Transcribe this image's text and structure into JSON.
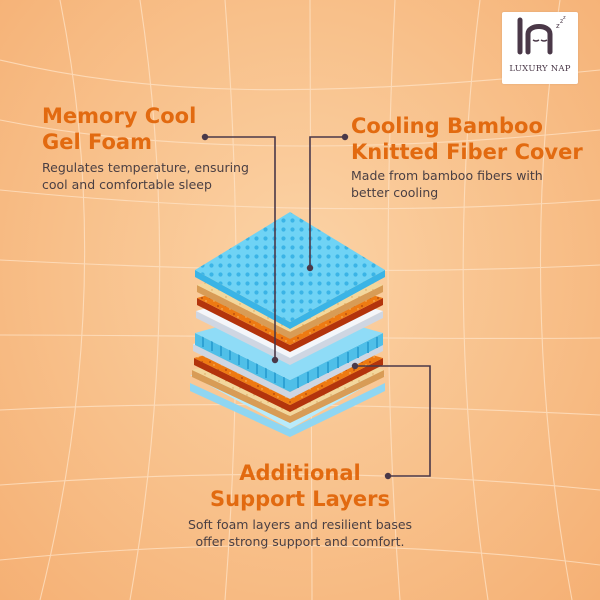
{
  "brand": {
    "logo_text": "LUXURY NAP",
    "colors": {
      "heading": "#e26a10",
      "text": "#4a3f43",
      "connector": "#4a3848",
      "background": "#f8c08a"
    }
  },
  "callouts": {
    "memory": {
      "title_lines": [
        "Memory Cool",
        "Gel Foam"
      ],
      "desc_lines": [
        "Regulates temperature, ensuring",
        "cool and comfortable sleep"
      ]
    },
    "bamboo": {
      "title_lines": [
        "Cooling Bamboo",
        "Knitted Fiber Cover"
      ],
      "desc_lines": [
        "Made from bamboo fibers with",
        "better cooling"
      ]
    },
    "support": {
      "title_lines": [
        "Additional",
        "Support Layers"
      ],
      "desc_lines": [
        "Soft foam layers and resilient bases",
        "offer strong support and comfort."
      ]
    }
  },
  "layer_stack": [
    "cooling-fabric-cover",
    "gel-foam",
    "orange-foam",
    "white-comfort-layer",
    "cooling-fabric-cover",
    "white-comfort-layer",
    "orange-foam",
    "gel-foam",
    "blue-base"
  ]
}
